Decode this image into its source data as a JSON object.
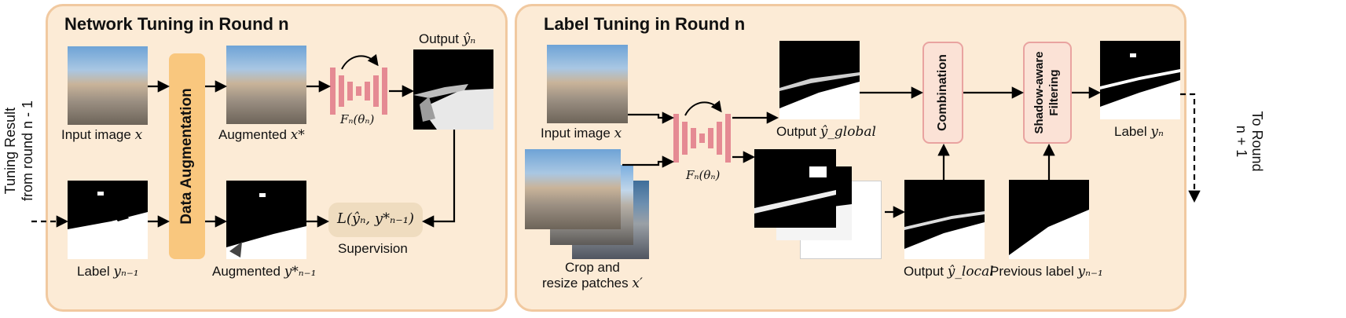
{
  "left_panel": {
    "title": "Network Tuning in Round n",
    "input_caption": "Input image",
    "input_var": "x",
    "augmented_caption": "Augmented",
    "augmented_var": "x*",
    "network_label": "Fₙ(θₙ)",
    "output_caption": "Output",
    "output_var": "ŷₙ",
    "data_aug_label": "Data Augmentation",
    "label_caption": "Label",
    "label_var": "yₙ₋₁",
    "aug_label_caption": "Augmented",
    "aug_label_var": "y*ₙ₋₁",
    "loss_label": "L(ŷₙ, y*ₙ₋₁)",
    "supervision_caption": "Supervision"
  },
  "side_left": {
    "line1": "Tuning Result",
    "line2": "from round n - 1"
  },
  "right_panel": {
    "title": "Label Tuning in Round n",
    "input_caption": "Input image",
    "input_var": "x",
    "crop_caption_line1": "Crop and",
    "crop_caption_line2": "resize patches",
    "crop_var": "x′",
    "network_label": "Fₙ(θₙ)",
    "output_global_caption": "Output",
    "output_global_var": "ŷ_global",
    "output_local_caption": "Output",
    "output_local_var": "ŷ_local",
    "combination_label": "Combination",
    "filtering_label": "Shadow-aware Filtering",
    "label_caption": "Label",
    "label_var": "yₙ",
    "previous_label_caption": "Previous label",
    "previous_label_var": "yₙ₋₁"
  },
  "side_right": {
    "line1": "To Round",
    "line2": "n + 1"
  },
  "colors": {
    "panel_fill": "#fcebd6",
    "panel_border": "#f1c9a0",
    "data_aug_fill": "#f9c77e",
    "network_pink": "#e58a93",
    "module_fill": "#fbe2d6",
    "module_border": "#e9a3a0",
    "loss_fill": "#efdcbf"
  }
}
